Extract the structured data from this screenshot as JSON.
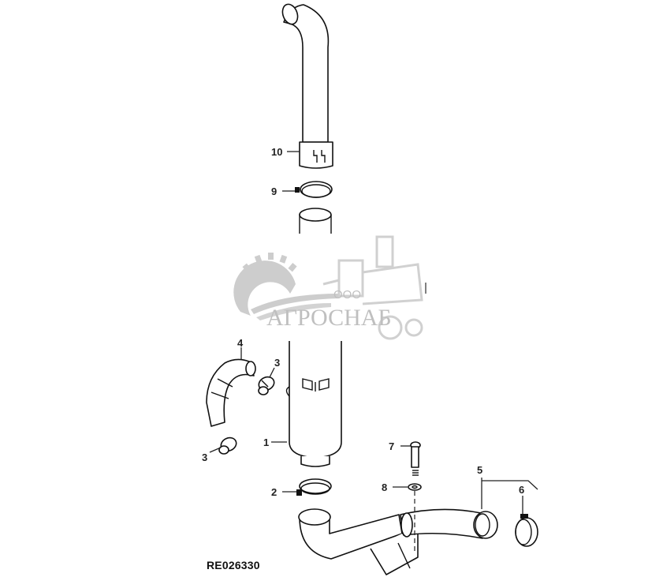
{
  "diagram": {
    "type": "exploded-parts-view",
    "figure_id": "RE026330",
    "watermark": {
      "prefix": "ООО",
      "name": "АГРОСНАБ"
    },
    "callouts": [
      {
        "label": "10",
        "part": "exhaust stack with clamp sleeve"
      },
      {
        "label": "9",
        "part": "band clamp (upper)"
      },
      {
        "label": "4",
        "part": "bent hose"
      },
      {
        "label": "3",
        "part": "hose clamp (upper)"
      },
      {
        "label": "3",
        "part": "hose clamp (lower)"
      },
      {
        "label": "1",
        "part": "muffler"
      },
      {
        "label": "2",
        "part": "band clamp (lower)"
      },
      {
        "label": "7",
        "part": "bolt"
      },
      {
        "label": "8",
        "part": "washer"
      },
      {
        "label": "5",
        "part": "exhaust elbow pipe"
      },
      {
        "label": "6",
        "part": "band clamp"
      }
    ]
  }
}
